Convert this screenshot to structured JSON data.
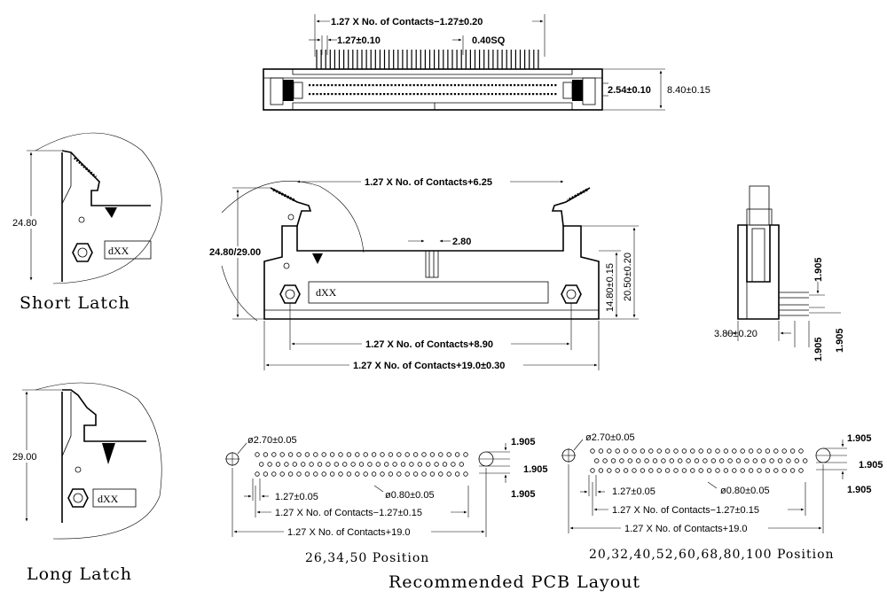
{
  "top_view": {
    "dim_top": "1.27 X No. of Contacts−1.27±0.20",
    "dim_pitch": "1.27±0.10",
    "dim_pin": "0.40SQ",
    "dim_row": "2.54±0.10",
    "dim_height": "8.40±0.15"
  },
  "short_latch": {
    "height": "24.80",
    "marking": "dXX",
    "caption": "Short Latch"
  },
  "long_latch": {
    "height": "29.00",
    "marking": "dXX",
    "caption": "Long Latch"
  },
  "front_view": {
    "dim_top": "1.27 X No. of Contacts+6.25",
    "dim_key": "2.80",
    "dim_height": "24.80/29.00",
    "dim_body": "14.80±0.15",
    "dim_total": "20.50±0.20",
    "dim_mid": "1.27 X No. of Contacts+8.90",
    "dim_bottom": "1.27 X No. of Contacts+19.0±0.30",
    "marking": "dXX"
  },
  "side_view": {
    "dim_offset": "3.80±0.20",
    "dim_pitch_a": "1.905",
    "dim_pitch_b": "1.905",
    "dim_pitch_c": "1.905"
  },
  "pcb_left": {
    "dim_hole": "ø2.70±0.05",
    "dim_pitch": "1.27±0.05",
    "dim_pad": "ø0.80±0.05",
    "dim_inner": "1.27 X No. of Contacts−1.27±0.15",
    "dim_outer": "1.27 X No. of Contacts+19.0",
    "row_a": "1.905",
    "row_b": "1.905",
    "row_c": "1.905",
    "caption": "26,34,50 Position"
  },
  "pcb_right": {
    "dim_hole": "ø2.70±0.05",
    "dim_pitch": "1.27±0.05",
    "dim_pad": "ø0.80±0.05",
    "dim_inner": "1.27 X No. of Contacts−1.27±0.15",
    "dim_outer": "1.27 X No. of Contacts+19.0",
    "row_a": "1.905",
    "row_b": "1.905",
    "row_c": "1.905",
    "caption": "20,32,40,52,60,68,80,100 Position"
  },
  "footer": {
    "caption": "Recommended PCB Layout"
  }
}
